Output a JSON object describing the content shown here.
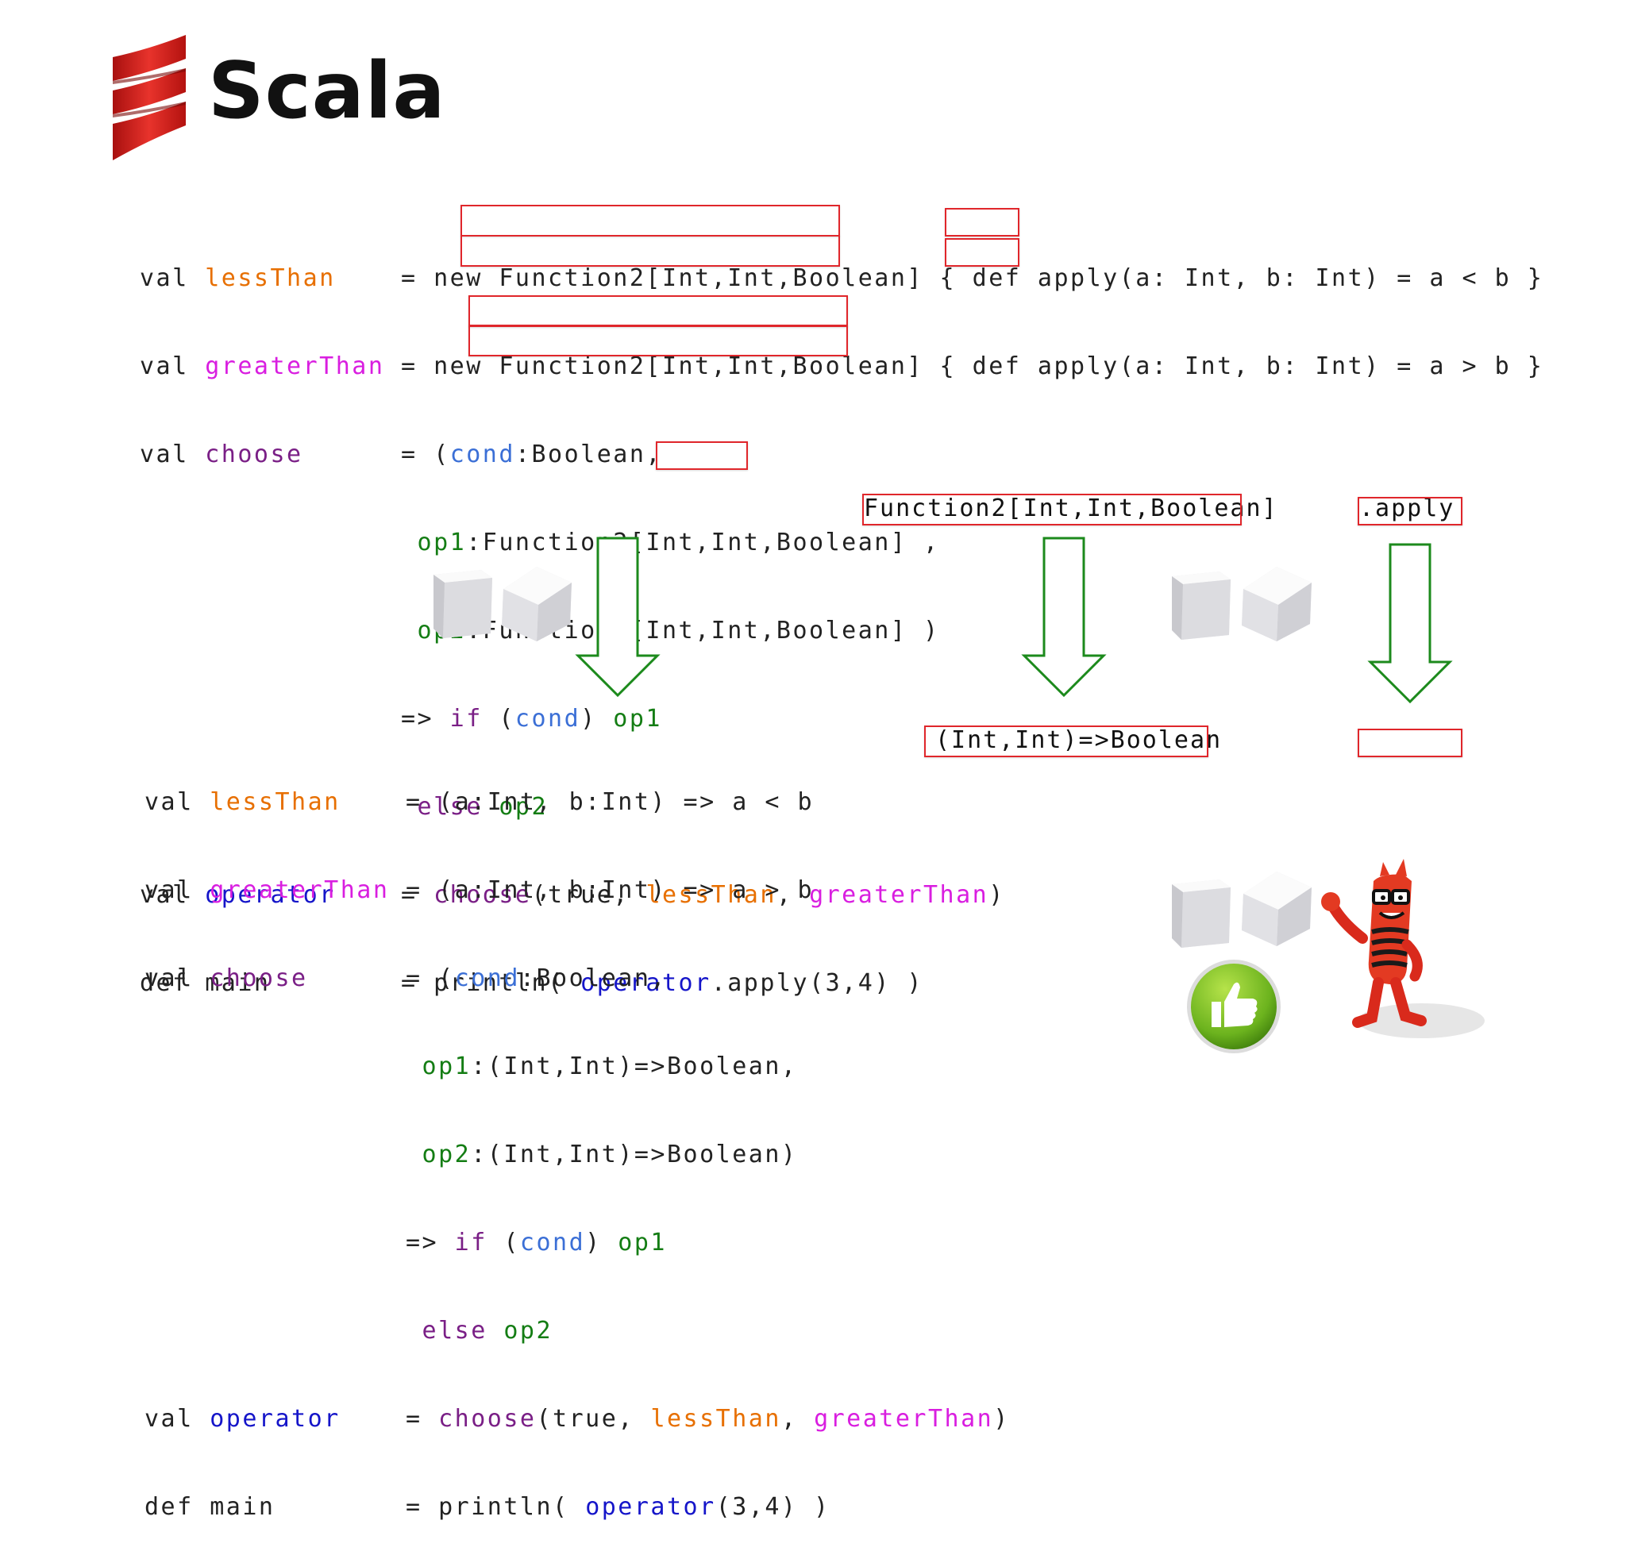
{
  "header": {
    "title": "Scala"
  },
  "top_code": {
    "l1": {
      "kw": "val ",
      "name": "lessThan",
      "pad": "    ",
      "rest1": "= new ",
      "type": "Function2[Int,Int,Boolean]",
      "rest2": " { def ",
      "method": "apply",
      "rest3": "(a: Int, b: Int) = a < b }"
    },
    "l2": {
      "kw": "val ",
      "name": "greaterThan",
      "pad": " ",
      "rest1": "= new ",
      "type": "Function2[Int,Int,Boolean]",
      "rest2": " { def ",
      "method": "apply",
      "rest3": "(a: Int, b: Int) = a > b }"
    },
    "l3": {
      "kw": "val ",
      "name": "choose",
      "pad": "      ",
      "rest1": "= (",
      "cond": "cond",
      "rest2": ":Boolean,"
    },
    "l4": {
      "indent": "                 ",
      "op": "op1",
      "sep": ":",
      "type": "Function2[Int,Int,Boolean]",
      "end": " ,"
    },
    "l5": {
      "indent": "                 ",
      "op": "op2",
      "sep": ":",
      "type": "Function2[Int,Int,Boolean]",
      "end": " )"
    },
    "l6": {
      "indent": "                ",
      "arrow": "=> ",
      "kwif": "if",
      "sp": " (",
      "cond": "cond",
      "close": ") ",
      "op": "op1"
    },
    "l7": {
      "indent": "                 ",
      "kwelse": "else ",
      "op": "op2"
    },
    "l8": {
      "kw": "val ",
      "name": "operator",
      "pad": "    ",
      "rest1": "= ",
      "fn": "choose",
      "rest2": "(true, ",
      "a": "lessThan",
      "comma": ", ",
      "b": "greaterThan",
      "end": ")"
    },
    "l9": {
      "kw": "def main",
      "pad": "        ",
      "rest1": "= println( ",
      "name": "operator",
      "method": ".apply",
      "end": "(3,4) )"
    }
  },
  "bottom_code": {
    "l1": {
      "kw": "val ",
      "name": "lessThan",
      "pad": "    ",
      "rest": "= (a:Int, b:Int) => a < b"
    },
    "l2": {
      "kw": "val ",
      "name": "greaterThan",
      "pad": " ",
      "rest": "= (a:Int, b:Int) => a > b"
    },
    "l3": {
      "kw": "val ",
      "name": "choose",
      "pad": "      ",
      "rest1": "= (",
      "cond": "cond",
      "rest2": ":Boolean,"
    },
    "l4": {
      "indent": "                 ",
      "op": "op1",
      "rest": ":(Int,Int)=>Boolean,"
    },
    "l5": {
      "indent": "                 ",
      "op": "op2",
      "rest": ":(Int,Int)=>Boolean)"
    },
    "l6": {
      "indent": "                ",
      "arrow": "=> ",
      "kwif": "if",
      "sp": " (",
      "cond": "cond",
      "close": ") ",
      "op": "op1"
    },
    "l7": {
      "indent": "                 ",
      "kwelse": "else ",
      "op": "op2"
    },
    "l8": {
      "kw": "val ",
      "name": "operator",
      "pad": "    ",
      "rest1": "= ",
      "fn": "choose",
      "rest2": "(true, ",
      "a": "lessThan",
      "comma": ", ",
      "b": "greaterThan",
      "end": ")"
    },
    "l9": {
      "kw": "def main",
      "pad": "        ",
      "rest1": "= println( ",
      "name": "operator",
      "end": "(3,4) )"
    }
  },
  "right_labels": {
    "type_before": "Function2[Int,Int,Boolean]",
    "apply_before": ".apply",
    "type_after": "(Int,Int)=>Boolean",
    "apply_after": ""
  },
  "colors": {
    "keyword_orange": "#e76f00",
    "keyword_magenta": "#d91ee0",
    "keyword_purple": "#7a1f86",
    "keyword_blue": "#1515c9",
    "keyword_green": "#147d14",
    "highlight_red": "#e0262b",
    "arrow_green": "#1c8a1c",
    "logo_red": "#d7261e"
  },
  "icons": [
    "scala-logo-icon",
    "sugar-cube-icon",
    "down-arrow-icon",
    "thumbs-up-icon",
    "mascot-icon"
  ]
}
